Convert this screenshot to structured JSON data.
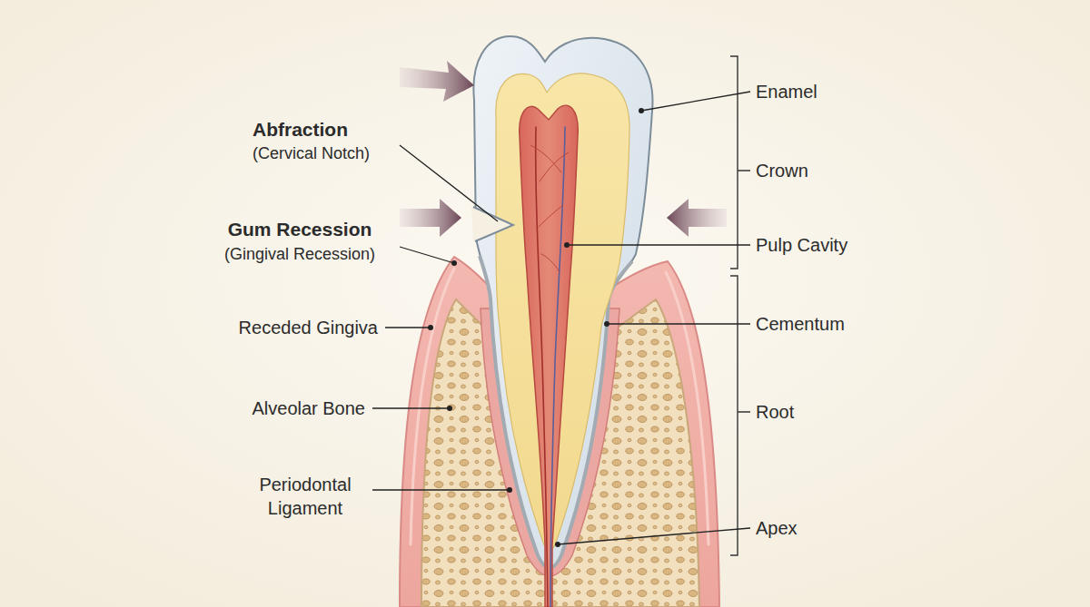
{
  "diagram": {
    "labels": [
      "Abfraction",
      "(Cervical Notch)",
      "Gum Recession",
      "(Gingival Recession)",
      "Receded Gingiva",
      "Alveolar Bone",
      "Periodontal Ligament",
      "Enamel",
      "Crown",
      "Pulp Cavity",
      "Cementum",
      "Root",
      "Apex"
    ]
  }
}
